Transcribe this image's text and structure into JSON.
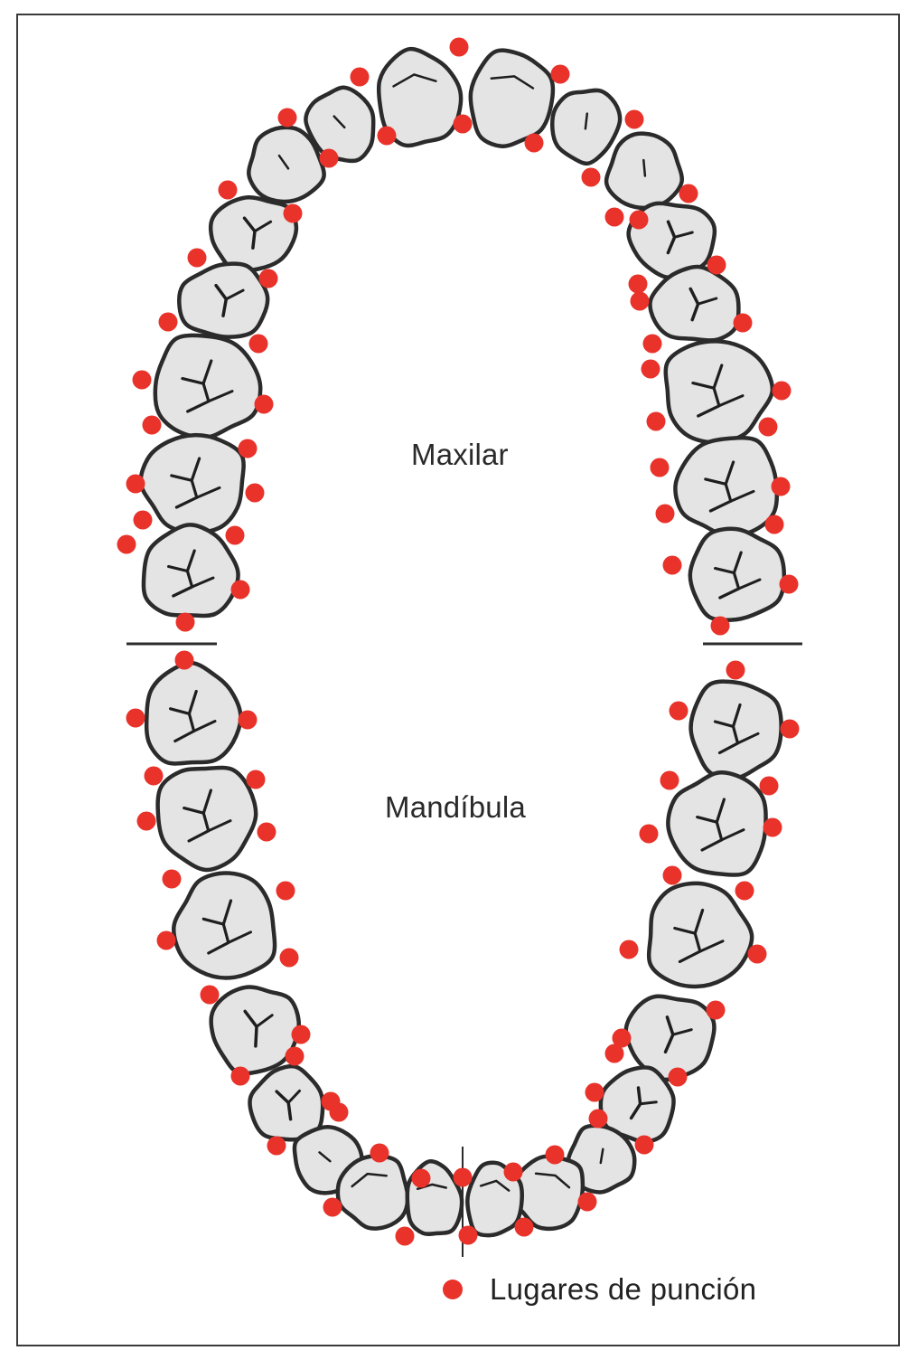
{
  "labels": {
    "upper_jaw": "Maxilar",
    "lower_jaw": "Mandíbula"
  },
  "legend": {
    "text": "Lugares de punción"
  },
  "colors": {
    "tooth_fill": "#e4e4e4",
    "tooth_outline": "#2b2b2b",
    "fissure": "#1e1e1e",
    "puncture_dot": "#e8322a",
    "frame": "#3a3a3a"
  },
  "icons": {
    "tooth": "tooth-outline-icon",
    "puncture_site": "red-dot-icon"
  }
}
